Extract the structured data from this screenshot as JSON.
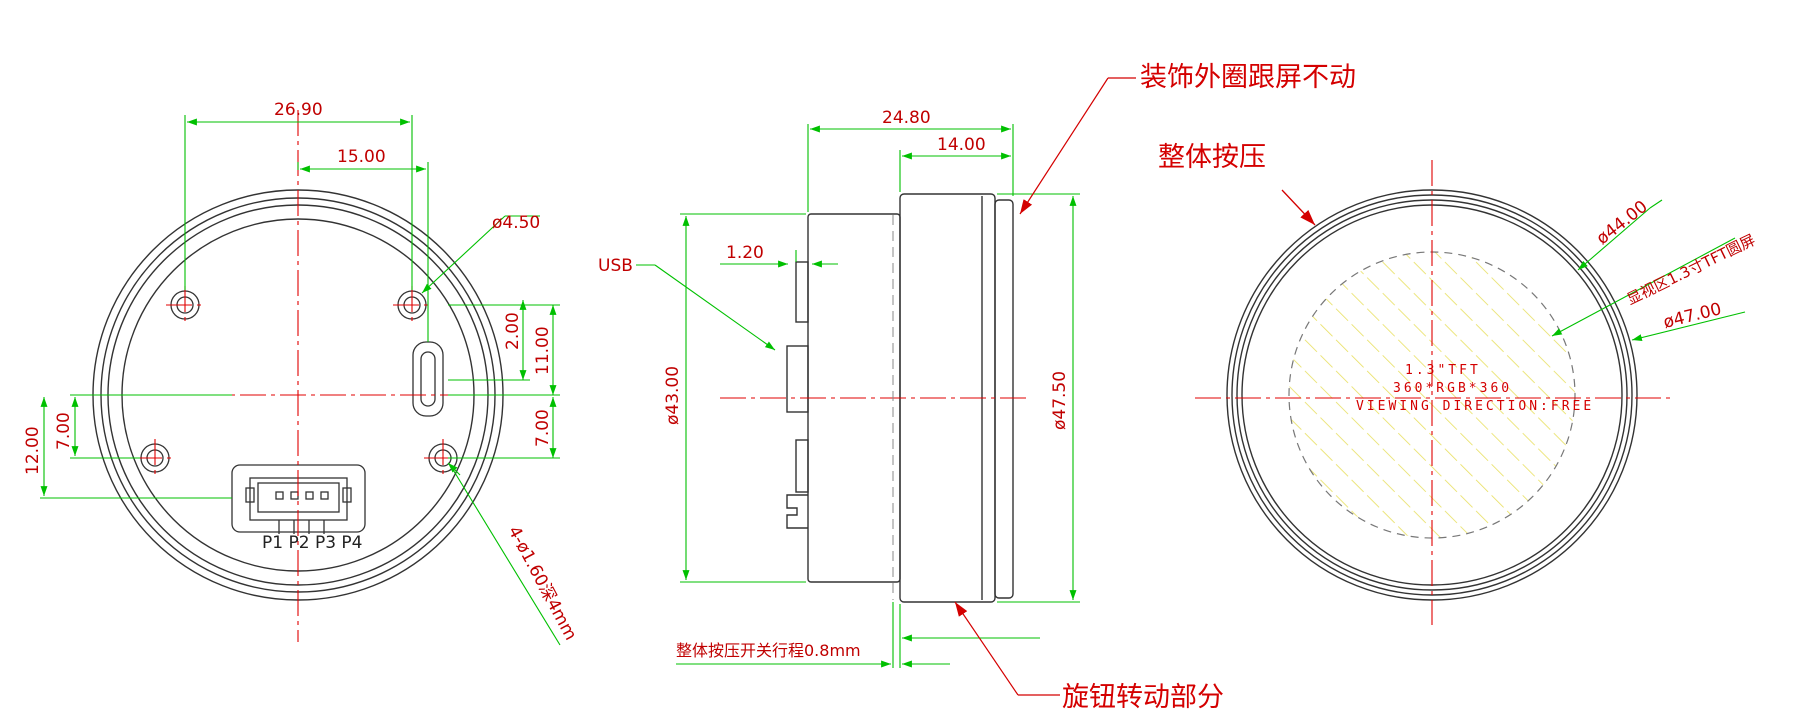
{
  "colors": {
    "outline": "#333333",
    "center_line": "#e00000",
    "dimension": "#00c000",
    "callout": "#d40000",
    "hatch": "#e8e060"
  },
  "front_view": {
    "dim_width_outer": "26.90",
    "dim_width_inner": "15.00",
    "dim_hole": "ø4.50",
    "dim_2": "2.00",
    "dim_11": "11.00",
    "dim_7_right": "7.00",
    "dim_12": "12.00",
    "dim_7_left": "7.00",
    "dim_holes_depth": "4-ø1.60深4mm",
    "connector_pins": "P1 P2 P3 P4"
  },
  "side_view": {
    "dim_length_total": "24.80",
    "dim_length_knob": "14.00",
    "dim_1_20": "1.20",
    "dim_dia_43": "ø43.00",
    "dim_dia_47_5": "ø47.50",
    "label_usb": "USB",
    "callout_ring": "装饰外圈跟屏不动",
    "callout_knob": "旋钮转动部分",
    "note_travel": "整体按压开关行程0.8mm"
  },
  "top_view": {
    "callout_press": "整体按压",
    "dim_dia_44": "ø44.00",
    "note_view_area": "显视区1.3寸TFT圆屏",
    "dim_dia_47": "ø47.00",
    "tft_line1": "1.3\"TFT",
    "tft_line2": "360*RGB*360",
    "tft_line3": "VIEWING DIRECTION:FREE"
  }
}
